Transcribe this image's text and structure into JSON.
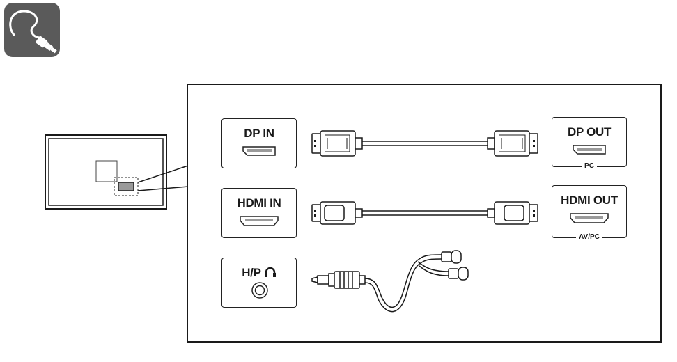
{
  "header": {
    "icon": "cable-plug-icon",
    "icon_color": "#5a5a5a"
  },
  "ports": {
    "dp_in": "DP IN",
    "hdmi_in": "HDMI IN",
    "hp": "H/P",
    "dp_out": "DP OUT",
    "dp_out_sub": "PC",
    "hdmi_out": "HDMI OUT",
    "hdmi_out_sub": "AV/PC"
  },
  "cables": [
    "displayport-cable",
    "hdmi-cable",
    "headphone-y-cable"
  ],
  "colors": {
    "line": "#1a1a1a",
    "badge": "#5a5a5a",
    "port_fill": "#9a9a9a"
  }
}
